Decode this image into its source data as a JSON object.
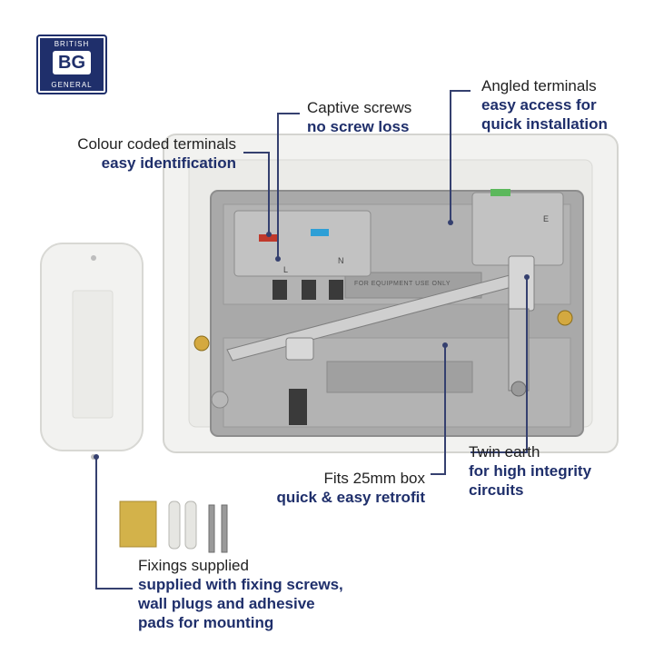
{
  "brand": {
    "logo_top": "BRITISH",
    "logo_mid": "BG",
    "logo_bottom": "GENERAL"
  },
  "callouts": {
    "colour_coded": {
      "title": "Colour coded terminals",
      "sub": "easy identification"
    },
    "captive_screws": {
      "title": "Captive screws",
      "sub": "no screw loss"
    },
    "angled_terminals": {
      "title": "Angled terminals",
      "sub_line1": "easy access for",
      "sub_line2": "quick installation"
    },
    "twin_earth": {
      "title": "Twin earth",
      "sub_line1": "for high integrity",
      "sub_line2": "circuits"
    },
    "fits_box": {
      "title": "Fits 25mm box",
      "sub": "quick & easy retrofit"
    },
    "fixings": {
      "title": "Fixings supplied",
      "sub_line1": "supplied with fixing screws,",
      "sub_line2": "wall plugs and adhesive",
      "sub_line3": "pads for mounting"
    }
  },
  "product_marks": {
    "terminal_l": "L",
    "terminal_n": "N",
    "terminal_e": "E",
    "label_text": "FOR EQUIPMENT USE ONLY"
  },
  "colors": {
    "brand_navy": "#1f2f6b",
    "leader_line": "#35406f",
    "terminal_live": "#c0392b",
    "terminal_neutral": "#2e9fd6",
    "terminal_earth": "#5cb85c",
    "body_grey": "#a9a9a9",
    "plate_white": "#f2f2f0"
  }
}
